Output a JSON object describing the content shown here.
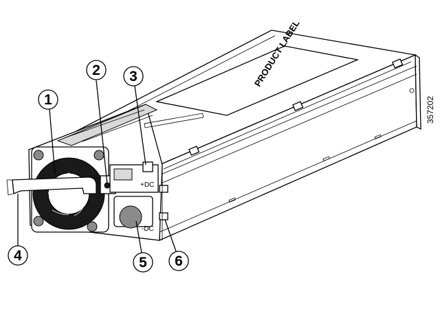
{
  "figure_id": "357202",
  "label_text": "PRODUCT LABEL",
  "polarity": {
    "positive": "+DC",
    "negative": "-DC"
  },
  "callouts": [
    {
      "number": "1"
    },
    {
      "number": "2"
    },
    {
      "number": "3"
    },
    {
      "number": "4"
    },
    {
      "number": "5"
    },
    {
      "number": "6"
    }
  ]
}
